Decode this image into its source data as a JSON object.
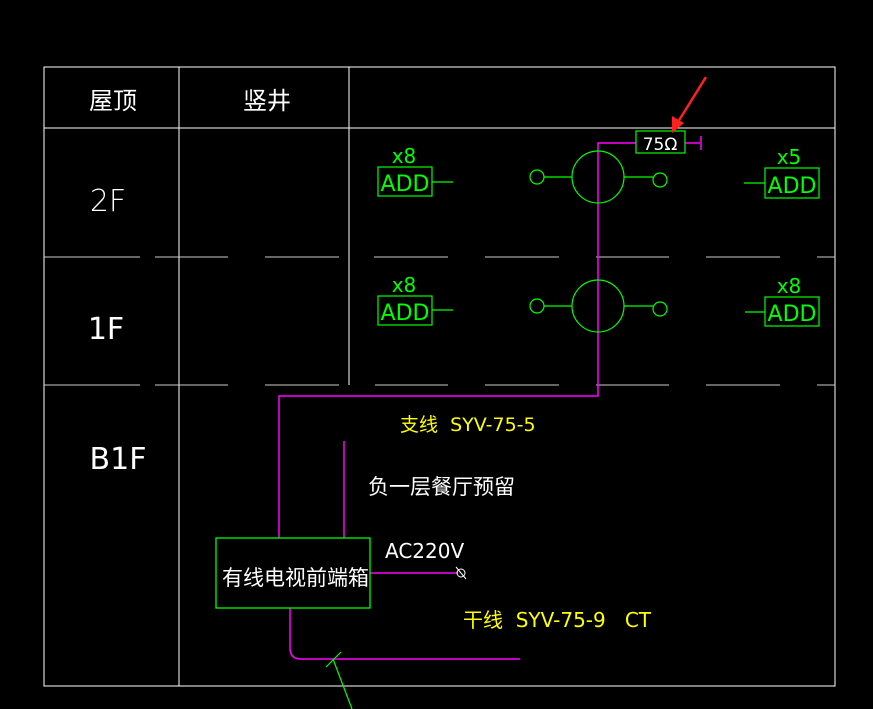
{
  "table": {
    "headers": [
      "屋顶",
      "竖井"
    ],
    "floors": [
      "2F",
      "1F",
      "B1F"
    ]
  },
  "floor_2f": {
    "left_amp": {
      "count": "x8",
      "label": "ADD"
    },
    "right_amp": {
      "count": "x5",
      "label": "ADD"
    },
    "terminator": "75Ω"
  },
  "floor_1f": {
    "left_amp": {
      "count": "x8",
      "label": "ADD"
    },
    "right_amp": {
      "count": "x8",
      "label": "ADD"
    }
  },
  "b1f": {
    "branch_line": "支线  SYV-75-5",
    "reserved_note": "负一层餐厅预留",
    "power": "AC220V",
    "headend_box": "有线电视前端箱",
    "trunk_line": "干线  SYV-75-9   CT"
  },
  "colors": {
    "background": "#000000",
    "grid": "#ffffff",
    "equipment": "#00ff00",
    "cable": "#ff00ff",
    "cable_label": "#ffff00",
    "arrow": "#ff2020"
  }
}
